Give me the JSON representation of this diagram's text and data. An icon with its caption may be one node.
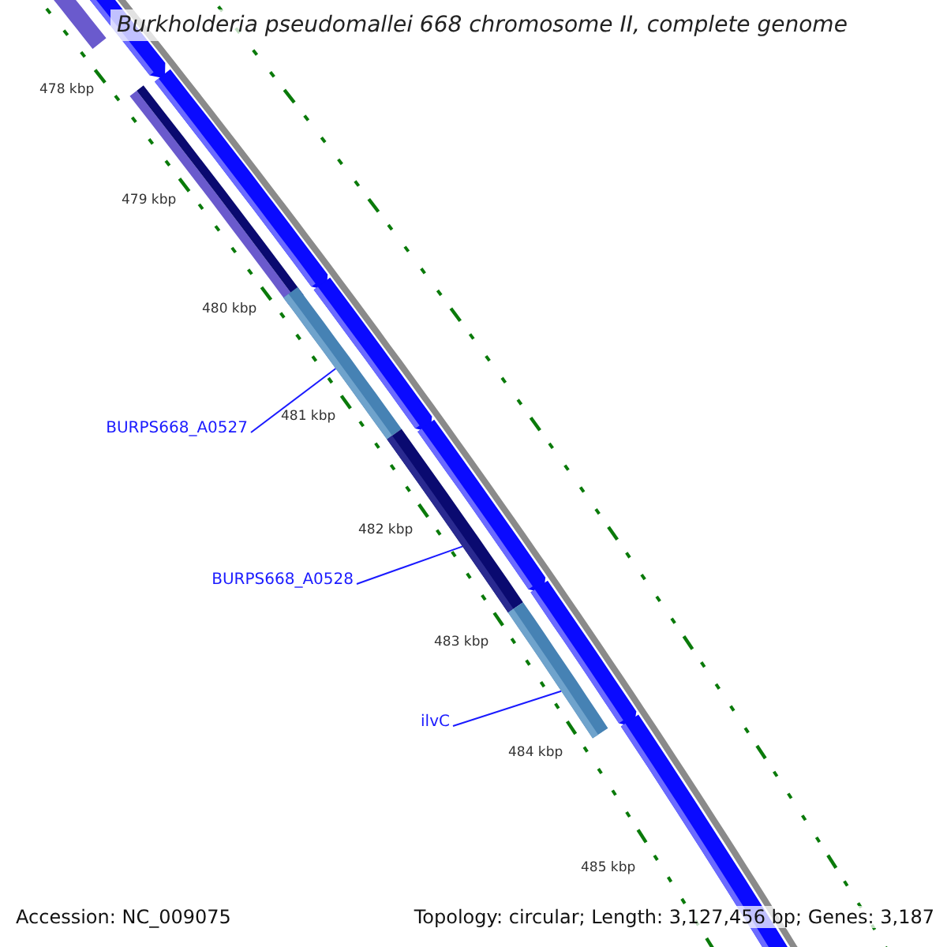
{
  "diagram": {
    "title": "Burkholderia pseudomallei 668 chromosome II, complete genome",
    "nodes": [
      {
        "text": [
          "BURPS668_A0527"
        ]
      },
      {
        "text": [],
        "shape": "bar"
      },
      {
        "text": [
          "BURPS668_A0528"
        ]
      },
      {
        "text": [],
        "shape": "bar"
      },
      {
        "text": [
          "ilvC"
        ]
      },
      {
        "text": [],
        "shape": "bar"
      }
    ],
    "edges": [
      {
        "from": 0,
        "to": 1,
        "arrow": "none"
      },
      {
        "from": 2,
        "to": 3,
        "arrow": "none"
      },
      {
        "from": 4,
        "to": 5,
        "arrow": "none"
      }
    ],
    "labels": [
      "478 kbp",
      "479 kbp",
      "480 kbp",
      "481 kbp",
      "482 kbp",
      "483 kbp",
      "484 kbp",
      "485 kbp",
      "Accession: NC_009075",
      "Topology: circular; Length: 3,127,456 bp; Genes: 3,187"
    ]
  }
}
